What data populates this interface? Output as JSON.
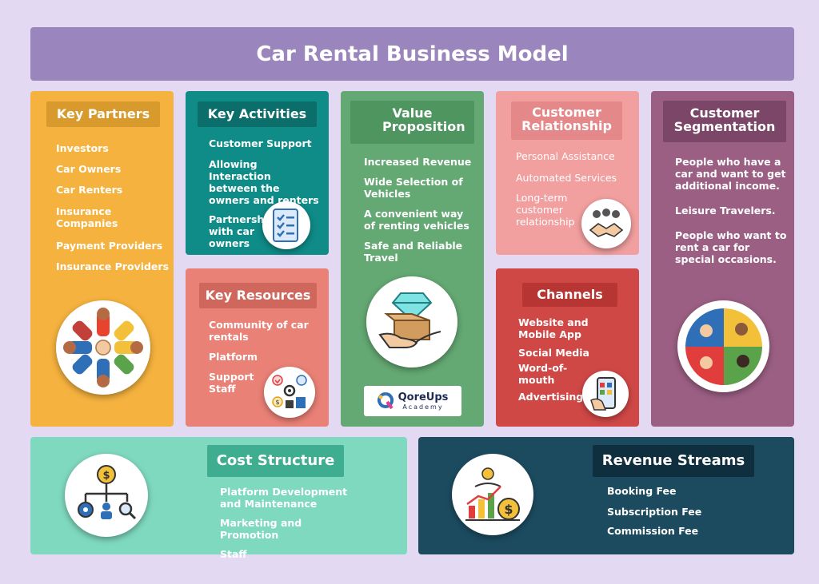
{
  "title": "Car Rental Business Model",
  "key_partners": {
    "heading": "Key Partners",
    "items": [
      "Investors",
      "Car Owners",
      "Car Renters",
      "Insurance Companies",
      "Payment Providers",
      "Insurance Providers"
    ],
    "icon": "people-circle-icon"
  },
  "key_activities": {
    "heading": "Key Activities",
    "items": [
      "Customer Support",
      "Allowing Interaction between the owners and renters",
      "Partnership with car owners"
    ],
    "icon": "checklist-icon"
  },
  "key_resources": {
    "heading": "Key Resources",
    "items": [
      "Community of car rentals",
      "Platform",
      "Support Staff"
    ],
    "icon": "resources-icon"
  },
  "value_proposition": {
    "heading": "Value Proposition",
    "items": [
      "Increased Revenue",
      "Wide Selection of Vehicles",
      "A convenient way of renting vehicles",
      "Safe and Reliable Travel"
    ],
    "icon": "gift-diamond-icon",
    "logo": {
      "name": "QoreUps",
      "sub": "Academy"
    }
  },
  "customer_relationship": {
    "heading": "Customer Relationship",
    "items": [
      "Personal Assistance",
      "Automated Services",
      "Long-term customer relationship"
    ],
    "icon": "handshake-icon"
  },
  "channels": {
    "heading": "Channels",
    "items": [
      "Website and Mobile App",
      "Social Media",
      "Word-of-mouth",
      "Advertising"
    ],
    "icon": "mobile-app-icon"
  },
  "customer_segmentation": {
    "heading": "Customer Segmentation",
    "items": [
      "People who have a car and want to get additional income.",
      "Leisure Travelers.",
      "People who want to rent a car for special occasions."
    ],
    "icon": "segments-pie-icon"
  },
  "cost_structure": {
    "heading": "Cost Structure",
    "items": [
      "Platform Development and Maintenance",
      "Marketing and Promotion",
      "Staff"
    ],
    "icon": "cost-tree-icon"
  },
  "revenue_streams": {
    "heading": "Revenue Streams",
    "items": [
      "Booking Fee",
      "Subscription Fee",
      "Commission Fee"
    ],
    "icon": "revenue-chart-icon"
  },
  "colors": {
    "background": "#e3d9f3",
    "title_bar": "#9a85bd",
    "key_partners": "#f5b23e",
    "key_activities": "#0f8b88",
    "key_resources": "#ea8176",
    "value_proposition": "#64a873",
    "customer_relationship": "#f29f9f",
    "channels": "#cf4846",
    "customer_segmentation": "#9b5f83",
    "cost_structure": "#7fd9bf",
    "revenue_streams": "#1c4b60"
  }
}
